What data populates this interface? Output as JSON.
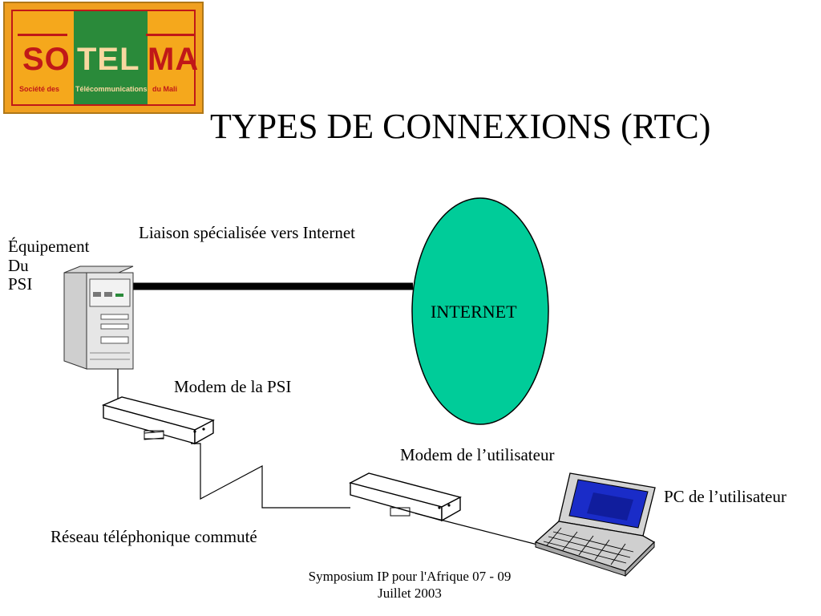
{
  "logo": {
    "word_1": "SO",
    "word_2": "TEL",
    "word_3": "MA",
    "sub_1": "Société des",
    "sub_2": "Télécommunications",
    "sub_3": "du Mali"
  },
  "title": "TYPES DE CONNEXIONS (RTC)",
  "labels": {
    "leased_line": "Liaison spécialisée vers Internet",
    "isp_equipment_line1": "Équipement",
    "isp_equipment_line2": "Du",
    "isp_equipment_line3": "PSI",
    "internet": "INTERNET",
    "isp_modem": "Modem de la PSI",
    "user_modem": "Modem de l’utilisateur",
    "user_pc": "PC de l’utilisateur",
    "pstn": "Réseau téléphonique commuté"
  },
  "footer": {
    "line1": "Symposium IP pour l'Afrique 07 - 09",
    "line2": "Juillet 2003"
  },
  "colors": {
    "internet_fill": "#00cc99",
    "laptop_screen": "#1a2cc8"
  }
}
